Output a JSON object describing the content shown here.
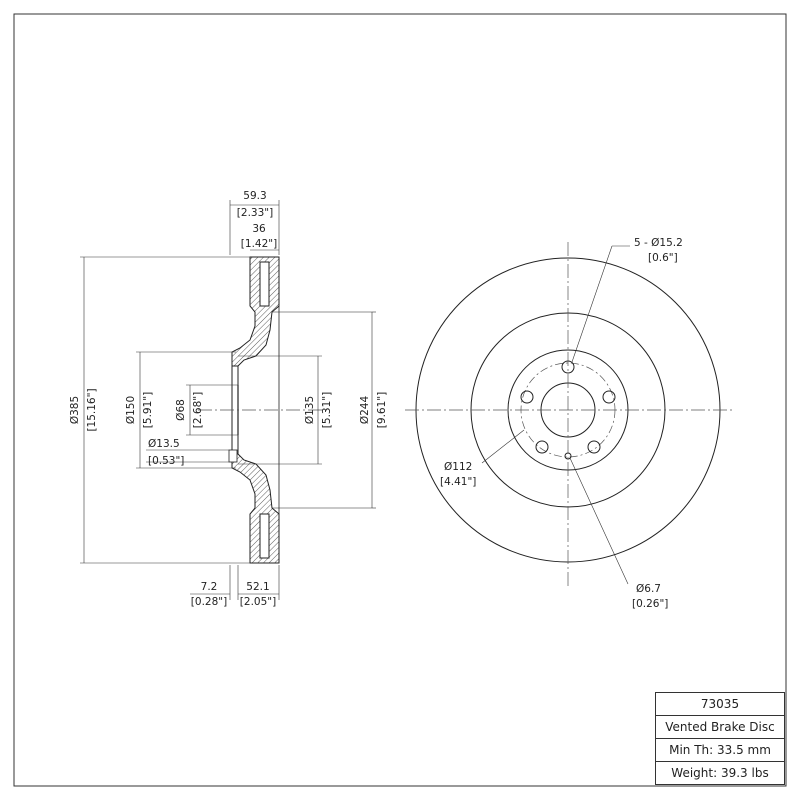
{
  "title_block": {
    "part_number": "73035",
    "description": "Vented Brake Disc",
    "min_thickness": "Min Th: 33.5 mm",
    "weight": "Weight: 39.3 lbs"
  },
  "side_view": {
    "overall_width": {
      "mm": "59.3",
      "in": "[2.33\"]"
    },
    "rotor_thickness": {
      "mm": "36",
      "in": "[1.42\"]"
    },
    "outer_diameter": {
      "mm": "Ø385",
      "in": "[15.16\"]"
    },
    "hat_diameter": {
      "mm": "Ø150",
      "in": "[5.91\"]"
    },
    "center_bore": {
      "mm": "Ø68",
      "in": "[2.68\"]"
    },
    "hub_face": {
      "mm": "Ø13.5",
      "in": "[0.53\"]"
    },
    "hat_outer": {
      "mm": "Ø135",
      "in": "[5.31\"]"
    },
    "inner_friction": {
      "mm": "Ø244",
      "in": "[9.61\"]"
    },
    "flange_thickness": {
      "mm": "7.2",
      "in": "[0.28\"]"
    },
    "hat_height": {
      "mm": "52.1",
      "in": "[2.05\"]"
    }
  },
  "front_view": {
    "bolt_holes": {
      "mm": "5 - Ø15.2",
      "in": "[0.6\"]"
    },
    "bolt_circle": {
      "mm": "Ø112",
      "in": "[4.41\"]"
    },
    "locator_hole": {
      "mm": "Ø6.7",
      "in": "[0.26\"]"
    }
  }
}
